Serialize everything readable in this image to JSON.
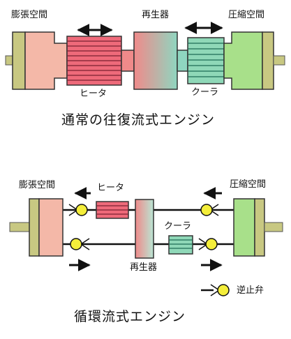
{
  "top": {
    "expansion_label": "膨張空間",
    "regenerator_label": "再生器",
    "compression_label": "圧縮空間",
    "heater_label": "ヒータ",
    "cooler_label": "クーラ",
    "title": "通常の往復流式エンジン"
  },
  "bottom": {
    "expansion_label": "膨張空間",
    "compression_label": "圧縮空間",
    "heater_label": "ヒータ",
    "cooler_label": "クーラ",
    "regenerator_label": "再生器",
    "legend_label": "逆止弁",
    "title": "循環流式エンジン"
  },
  "colors": {
    "piston_rod": "#c8c882",
    "expansion_fill": "#f4b8a8",
    "heater_fill": "#ee6a7a",
    "regenerator_top": "#f08a8a",
    "regenerator_bottom": "#8fd6c0",
    "cooler_fill": "#8fd8b8",
    "compression_fill": "#a8e08a",
    "valve_fill": "#f4ee3a"
  }
}
